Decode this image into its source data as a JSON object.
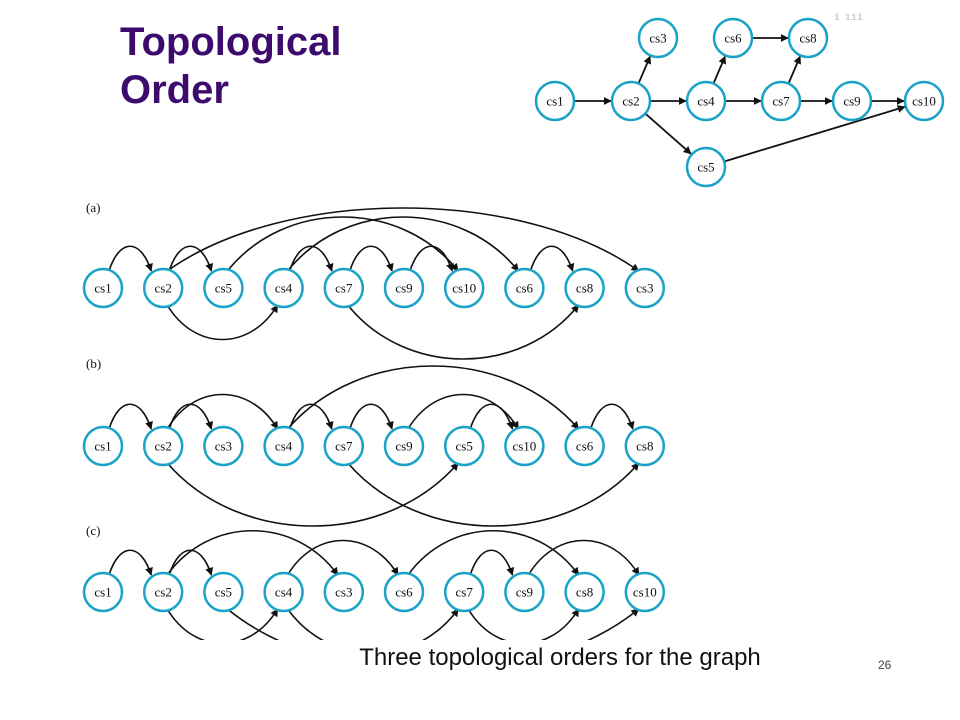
{
  "title": {
    "line1": "Topological",
    "line2": "Order"
  },
  "caption": "Three topological orders for the graph",
  "page_number": "26",
  "corner_mark": "¹ ¹¹¹",
  "colors": {
    "title": "#3d0a6e",
    "node_stroke": "#1aa3c7",
    "edge": "#111111"
  },
  "graph": {
    "nodes": [
      "cs1",
      "cs2",
      "cs3",
      "cs4",
      "cs5",
      "cs6",
      "cs7",
      "cs8",
      "cs9",
      "cs10"
    ],
    "edges": [
      [
        "cs1",
        "cs2"
      ],
      [
        "cs2",
        "cs3"
      ],
      [
        "cs2",
        "cs4"
      ],
      [
        "cs2",
        "cs5"
      ],
      [
        "cs4",
        "cs6"
      ],
      [
        "cs4",
        "cs7"
      ],
      [
        "cs6",
        "cs8"
      ],
      [
        "cs7",
        "cs8"
      ],
      [
        "cs7",
        "cs9"
      ],
      [
        "cs9",
        "cs10"
      ],
      [
        "cs5",
        "cs10"
      ]
    ]
  },
  "orders": [
    {
      "label": "(a)",
      "sequence": [
        "cs1",
        "cs2",
        "cs5",
        "cs4",
        "cs7",
        "cs9",
        "cs10",
        "cs6",
        "cs8",
        "cs3"
      ]
    },
    {
      "label": "(b)",
      "sequence": [
        "cs1",
        "cs2",
        "cs3",
        "cs4",
        "cs7",
        "cs9",
        "cs5",
        "cs10",
        "cs6",
        "cs8"
      ]
    },
    {
      "label": "(c)",
      "sequence": [
        "cs1",
        "cs2",
        "cs5",
        "cs4",
        "cs3",
        "cs6",
        "cs7",
        "cs9",
        "cs8",
        "cs10"
      ]
    }
  ]
}
